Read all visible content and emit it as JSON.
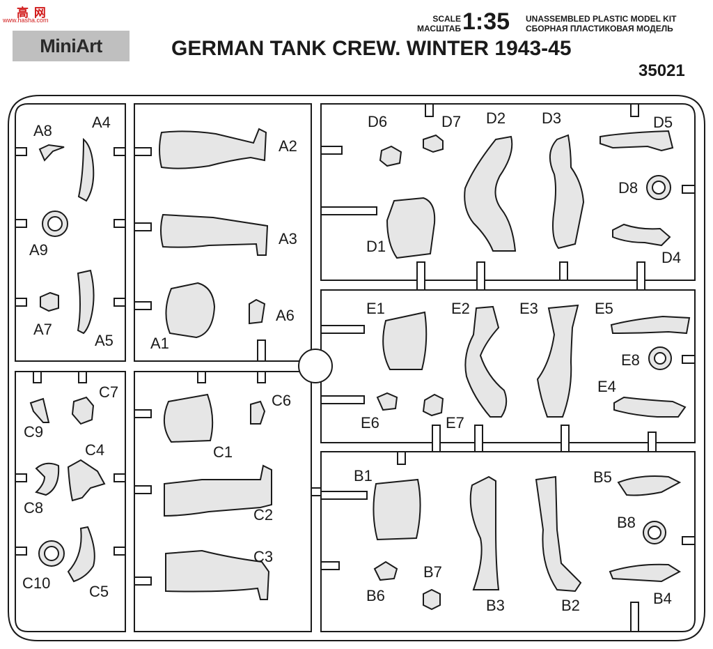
{
  "watermark": {
    "hanzi": "高 网",
    "url": "www.hasha.com"
  },
  "brand": {
    "logo_text": "MiniArt"
  },
  "header": {
    "scale_en": "SCALE",
    "scale_ru": "МАСШТАБ",
    "scale_value": "1:35",
    "kit_en": "UNASSEMBLED PLASTIC MODEL KIT",
    "kit_ru": "СБОРНАЯ ПЛАСТИКОВАЯ МОДЕЛЬ",
    "title": "GERMAN TANK CREW. WINTER 1943-45",
    "kit_number": "35021"
  },
  "parts": {
    "A1": "A1",
    "A2": "A2",
    "A3": "A3",
    "A4": "A4",
    "A5": "A5",
    "A6": "A6",
    "A7": "A7",
    "A8": "A8",
    "A9": "A9",
    "B1": "B1",
    "B2": "B2",
    "B3": "B3",
    "B4": "B4",
    "B5": "B5",
    "B6": "B6",
    "B7": "B7",
    "B8": "B8",
    "C1": "C1",
    "C2": "C2",
    "C3": "C3",
    "C4": "C4",
    "C5": "C5",
    "C6": "C6",
    "C7": "C7",
    "C8": "C8",
    "C9": "C9",
    "C10": "C10",
    "D1": "D1",
    "D2": "D2",
    "D3": "D3",
    "D4": "D4",
    "D5": "D5",
    "D6": "D6",
    "D7": "D7",
    "D8": "D8",
    "E1": "E1",
    "E2": "E2",
    "E3": "E3",
    "E4": "E4",
    "E5": "E5",
    "E6": "E6",
    "E7": "E7",
    "E8": "E8"
  },
  "colors": {
    "part_fill": "#e6e6e6",
    "outline": "#1a1a1a",
    "logo_bg": "#bfbfbf",
    "watermark": "#d11a1a"
  }
}
